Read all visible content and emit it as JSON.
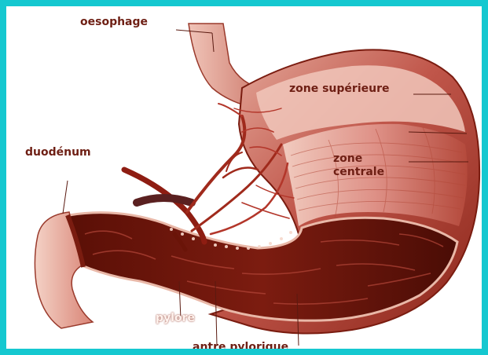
{
  "diagram": {
    "colors": {
      "border": "#15c8d0",
      "tissue_dark": "#6a1408",
      "tissue_mid": "#a8382a",
      "tissue_light": "#e7a89a",
      "tissue_pale": "#f4d6cc",
      "label_dark": "#6e1f14",
      "label_light": "#fff3ee"
    },
    "labels": {
      "oesophage": "oesophage",
      "zone_superieure": "zone supérieure",
      "zone_centrale_line1": "zone",
      "zone_centrale_line2": "centrale",
      "duodenum": "duodénum",
      "pylore": "pylore",
      "antre_pylorique": "antre pylorique"
    }
  }
}
